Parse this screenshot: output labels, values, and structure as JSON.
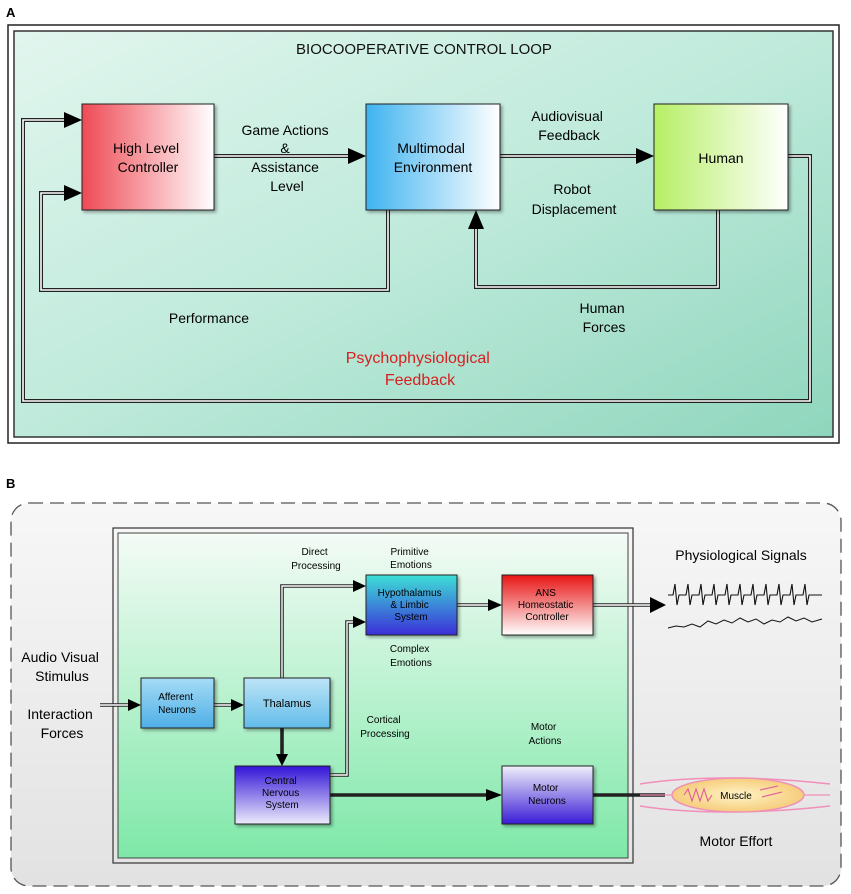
{
  "panel_a": {
    "letter": "A",
    "title": "BIOCOOPERATIVE CONTROL LOOP",
    "boxes": {
      "controller": [
        "High Level",
        "Controller"
      ],
      "environment": [
        "Multimodal",
        "Environment"
      ],
      "human": "Human"
    },
    "labels": {
      "game_actions": [
        "Game Actions",
        "&",
        "Assistance",
        "Level"
      ],
      "audiovisual": [
        "Audiovisual",
        "Feedback"
      ],
      "robot": [
        "Robot",
        "Displacement"
      ],
      "human_forces": [
        "Human",
        "Forces"
      ],
      "performance": "Performance",
      "psycho": [
        "Psychophysiological",
        "Feedback"
      ]
    },
    "colors": {
      "psycho": "#d81e1e"
    }
  },
  "panel_b": {
    "letter": "B",
    "boxes": {
      "afferent": [
        "Afferent",
        "Neurons"
      ],
      "thalamus": "Thalamus",
      "hypothalamus": [
        "Hypothalamus",
        "& Limbic",
        "System"
      ],
      "ans": [
        "ANS",
        "Homeostatic",
        "Controller"
      ],
      "cns": [
        "Central",
        "Nervous",
        "System"
      ],
      "motor": [
        "Motor",
        "Neurons"
      ]
    },
    "labels": {
      "direct": [
        "Direct",
        "Processing"
      ],
      "primitive": [
        "Primitive",
        "Emotions"
      ],
      "complex": [
        "Complex",
        "Emotions"
      ],
      "cortical": [
        "Cortical",
        "Processing"
      ],
      "motor_actions": [
        "Motor",
        "Actions"
      ],
      "stimulus": [
        "Audio Visual",
        "Stimulus"
      ],
      "forces": [
        "Interaction",
        "Forces"
      ],
      "physio": "Physiological Signals",
      "muscle": "Muscle",
      "effort": "Motor Effort"
    }
  }
}
